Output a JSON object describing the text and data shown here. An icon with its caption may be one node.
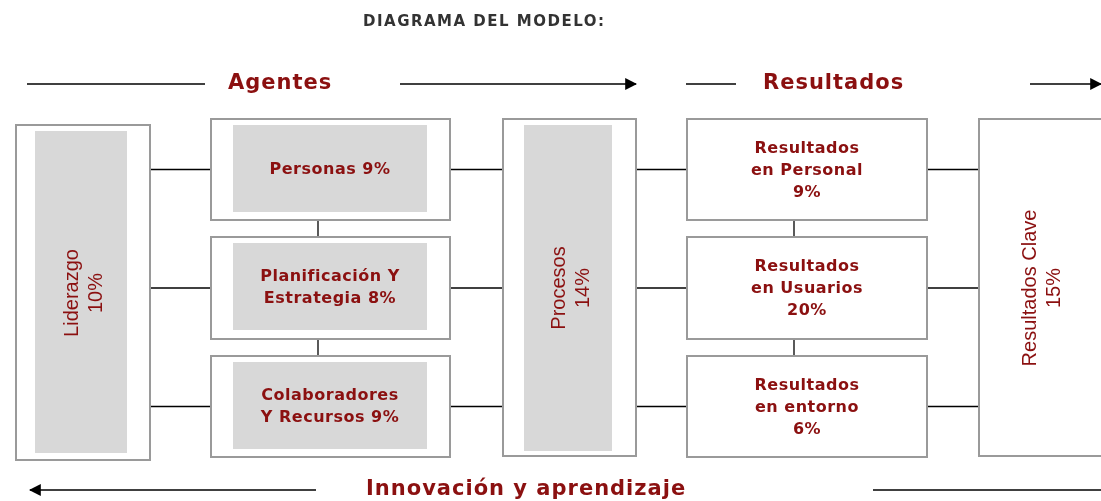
{
  "diagram": {
    "title": "DIAGRAMA DEL MODELO:",
    "nodes": [
      {
        "text": [
          "Liderazgo 10%"
        ]
      },
      {
        "text": [
          "Personas 9%"
        ]
      },
      {
        "text": [
          "Planificación Y Estrategia 8%"
        ]
      },
      {
        "text": [
          "Colaboradores Y Recursos 9%"
        ]
      },
      {
        "text": [
          "Procesos 14%"
        ]
      },
      {
        "text": [
          "Resultados en Personal 9%"
        ]
      },
      {
        "text": [
          "Resultados en Usuarios 20%"
        ]
      },
      {
        "text": [
          "Resultados en entorno 6%"
        ]
      },
      {
        "text": [
          "Resultados Clave 15%"
        ]
      }
    ],
    "edges": [
      {
        "from": 0,
        "to": 1,
        "arrow": "none"
      },
      {
        "from": 0,
        "to": 2,
        "arrow": "none"
      },
      {
        "from": 0,
        "to": 3,
        "arrow": "none"
      },
      {
        "from": 1,
        "to": 2,
        "arrow": "none"
      },
      {
        "from": 2,
        "to": 3,
        "arrow": "none"
      },
      {
        "from": 1,
        "to": 4,
        "arrow": "none"
      },
      {
        "from": 2,
        "to": 4,
        "arrow": "none"
      },
      {
        "from": 3,
        "to": 4,
        "arrow": "none"
      },
      {
        "from": 4,
        "to": 5,
        "arrow": "none"
      },
      {
        "from": 4,
        "to": 6,
        "arrow": "none"
      },
      {
        "from": 4,
        "to": 7,
        "arrow": "none"
      },
      {
        "from": 5,
        "to": 6,
        "arrow": "none"
      },
      {
        "from": 6,
        "to": 7,
        "arrow": "none"
      },
      {
        "from": 5,
        "to": 8,
        "arrow": "none"
      },
      {
        "from": 6,
        "to": 8,
        "arrow": "none"
      },
      {
        "from": 7,
        "to": 8,
        "arrow": "none"
      }
    ],
    "labels": [
      "Agentes",
      "Resultados",
      "Innovación y aprendizaje"
    ]
  }
}
